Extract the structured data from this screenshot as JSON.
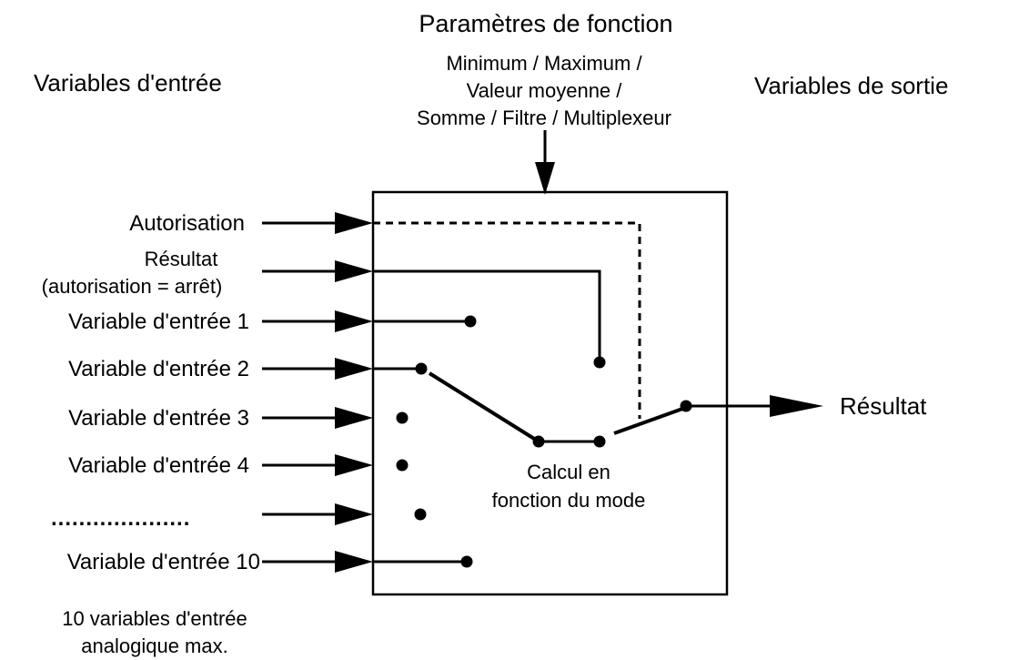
{
  "heading": {
    "function_params": "Paramètres de fonction",
    "inputs": "Variables d'entrée",
    "outputs": "Variables de sortie"
  },
  "function_modes": {
    "line1": "Minimum / Maximum /",
    "line2": "Valeur moyenne /",
    "line3": "Somme / Filtre / Multiplexeur"
  },
  "inputs": {
    "autorisation": "Autorisation",
    "resultat_line1": "Résultat",
    "resultat_line2": "(autorisation = arrêt)",
    "var1": "Variable d'entrée 1",
    "var2": "Variable d'entrée 2",
    "var3": "Variable d'entrée 3",
    "var4": "Variable d'entrée 4",
    "ellipsis": "....................",
    "var10": "Variable d'entrée 10"
  },
  "block": {
    "calc_line1": "Calcul en",
    "calc_line2": "fonction du mode"
  },
  "output": {
    "resultat": "Résultat"
  },
  "footnote": {
    "line1": "10 variables d'entrée",
    "line2": "analogique max."
  }
}
